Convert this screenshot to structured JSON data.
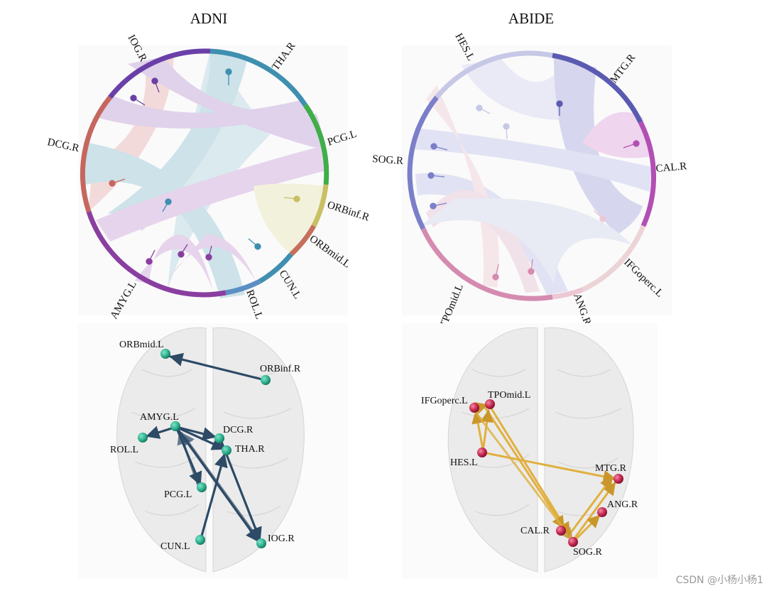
{
  "panels": [
    {
      "title": "ADNI",
      "regions": [
        "IOG.R",
        "THA.R",
        "PCG.L",
        "ORBinf.R",
        "ORBmid.L",
        "CUN.L",
        "ROL.L",
        "AMYG.L",
        "DCG.R"
      ],
      "region_colors": [
        "#6a3fa8",
        "#3f8fb0",
        "#3fae49",
        "#c9bf63",
        "#c5705a",
        "#3f8fb0",
        "#5b8fc4",
        "#8a3fa0",
        "#c5675f"
      ],
      "brain_nodes": [
        "ORBmid.L",
        "ORBinf.R",
        "AMYG.L",
        "DCG.R",
        "ROL.L",
        "THA.R",
        "PCG.L",
        "CUN.L",
        "IOG.R"
      ],
      "node_color": "#2fb08f",
      "edge_color": "#2d4a66"
    },
    {
      "title": "ABIDE",
      "regions": [
        "HES.L",
        "MTG.R",
        "CAL.R",
        "IFGoperc.L",
        "ANG.R",
        "TPOmid.L",
        "SOG.R"
      ],
      "region_colors": [
        "#c6c8e6",
        "#5a5bb0",
        "#b24fb4",
        "#ecd3d6",
        "#ecc7d4",
        "#d58bb0",
        "#7b7fc9"
      ],
      "brain_nodes": [
        "IFGoperc.L",
        "TPOmid.L",
        "HES.L",
        "MTG.R",
        "ANG.R",
        "CAL.R",
        "SOG.R"
      ],
      "node_color": "#c4264f",
      "edge_color": "#e0b040"
    }
  ],
  "watermark": "CSDN @小杨小杨1"
}
